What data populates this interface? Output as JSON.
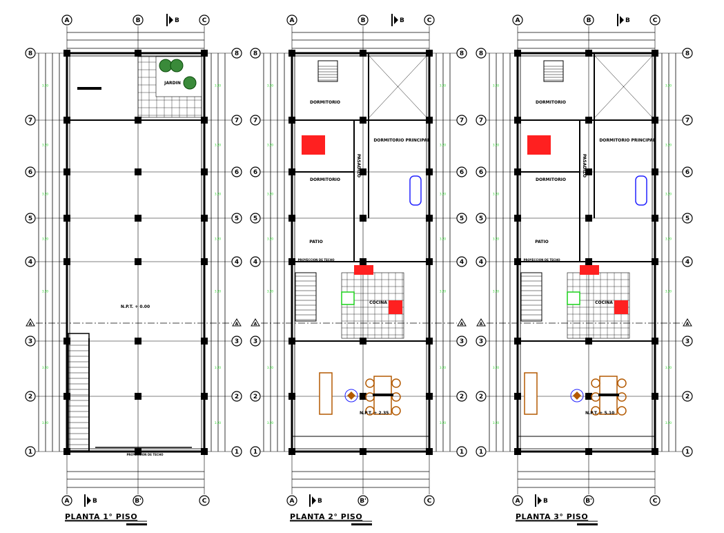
{
  "colors": {
    "line": "#000000",
    "dimension": "#19d219",
    "furniture": "#b35900",
    "highlight": "#ff2020",
    "blue": "#2020ff"
  },
  "axes": {
    "columns": [
      "A",
      "B",
      "C"
    ],
    "columns_bottom": [
      "A",
      "B'",
      "C"
    ],
    "section_mark": "B",
    "rows": [
      "8",
      "7",
      "6",
      "5",
      "4",
      "A",
      "3",
      "2",
      "1"
    ]
  },
  "plans": [
    {
      "title": "PLANTA 1° PISO",
      "rooms": [
        "JARDIN",
        "N.P.T. + 0.00"
      ],
      "notes": [
        "PROYECCION DE TECHO"
      ]
    },
    {
      "title": "PLANTA 2° PISO",
      "rooms": [
        "DORMITORIO",
        "DORMITORIO PRINCIPAL",
        "DORMITORIO",
        "PASADIZO",
        "PATIO",
        "COCINA",
        "N.P.T. + 2.35"
      ],
      "notes": [
        "PROYECCION DE TECHO"
      ]
    },
    {
      "title": "PLANTA 3° PISO",
      "rooms": [
        "DORMITORIO",
        "DORMITORIO PRINCIPAL",
        "DORMITORIO",
        "PASADIZO",
        "PATIO",
        "COCINA",
        "N.P.T. + 5.10"
      ],
      "notes": [
        "PROYECCION DE TECHO"
      ]
    }
  ]
}
